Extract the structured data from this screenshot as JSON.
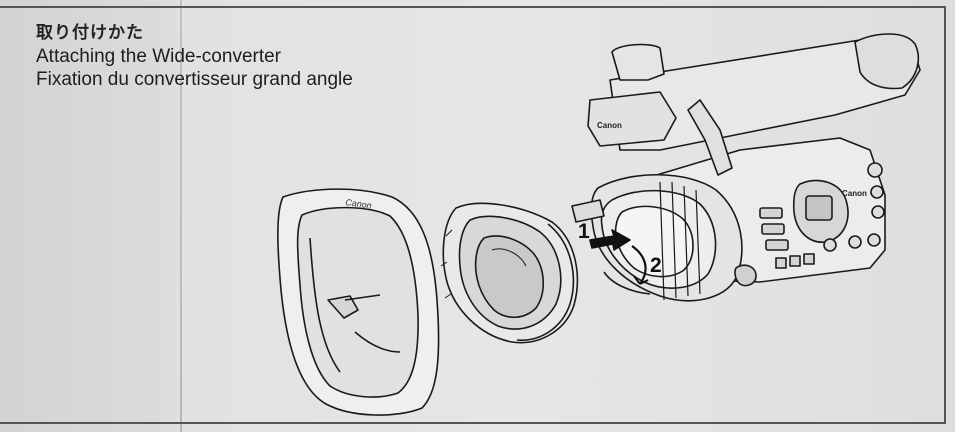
{
  "heading": {
    "japanese": "取り付けかた",
    "english": "Attaching the Wide-converter",
    "french": "Fixation du convertisseur grand angle"
  },
  "illustration": {
    "brand_label": "Canon",
    "step_labels": [
      "1",
      "2"
    ],
    "components": [
      "lens-hood",
      "wide-converter",
      "camcorder"
    ]
  }
}
